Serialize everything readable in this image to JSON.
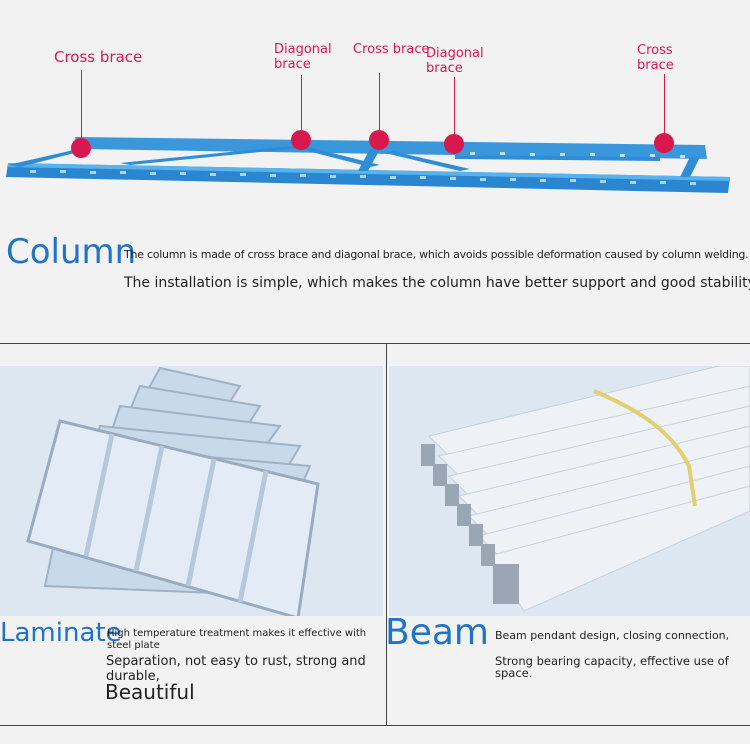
{
  "column_section": {
    "callouts": [
      {
        "label": "Cross brace"
      },
      {
        "label": "Diagonal brace"
      },
      {
        "label": "Cross brace"
      },
      {
        "label": "Diagonal brace"
      },
      {
        "label": "Cross brace"
      }
    ],
    "title": "Column",
    "desc_line1": "The column is made of cross brace and diagonal brace, which avoids possible deformation caused by column welding.",
    "desc_line2": "The installation is simple, which makes the column have better support and good stability."
  },
  "laminate_section": {
    "title": "Laminate",
    "line1": "High temperature treatment makes it effective with steel plate",
    "line2": "Separation, not easy to rust, strong and durable,",
    "line3": "Beautiful"
  },
  "beam_section": {
    "title": "Beam",
    "line1": "Beam pendant design, closing connection,",
    "line2": "Strong bearing capacity, effective use of space."
  },
  "colors": {
    "accent_blue": "#1f73c8",
    "callout_red": "#d8194f",
    "rack_blue": "#2e8fd8"
  }
}
